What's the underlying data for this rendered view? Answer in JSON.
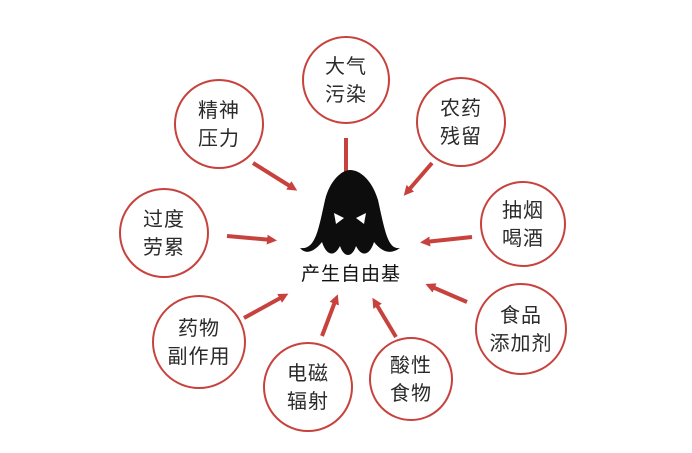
{
  "center": {
    "label": "产生自由基"
  },
  "factors": [
    {
      "id": "factor-air-pollution",
      "lines": [
        "大气",
        "污染"
      ]
    },
    {
      "id": "factor-pesticide-residue",
      "lines": [
        "农药",
        "残留"
      ]
    },
    {
      "id": "factor-smoking-drinking",
      "lines": [
        "抽烟",
        "喝酒"
      ]
    },
    {
      "id": "factor-food-additives",
      "lines": [
        "食品",
        "添加剂"
      ]
    },
    {
      "id": "factor-acidic-food",
      "lines": [
        "酸性",
        "食物"
      ]
    },
    {
      "id": "factor-electromagnetic-radiation",
      "lines": [
        "电磁",
        "辐射"
      ]
    },
    {
      "id": "factor-drug-side-effects",
      "lines": [
        "药物",
        "副作用"
      ]
    },
    {
      "id": "factor-overwork",
      "lines": [
        "过度",
        "劳累"
      ]
    },
    {
      "id": "factor-mental-stress",
      "lines": [
        "精神",
        "压力"
      ]
    }
  ],
  "colors": {
    "accent": "#c7423c",
    "monster": "#0d0d0d",
    "text": "#2a2a2a"
  }
}
